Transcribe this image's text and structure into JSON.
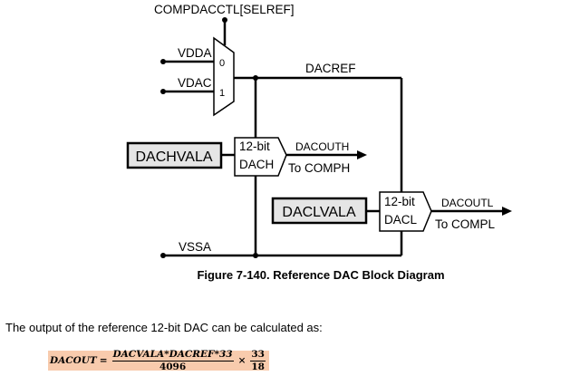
{
  "diagram": {
    "mux_control_label": "COMPDACCTL[SELREF]",
    "mux_input_0_label": "VDDA",
    "mux_input_1_label": "VDAC",
    "mux_sel_0": "0",
    "mux_sel_1": "1",
    "ref_net_label": "DACREF",
    "dac_high_register": "DACHVALA",
    "dac_high_block_line1": "12-bit",
    "dac_high_block_line2": "DACH",
    "dac_high_output_label": "DACOUTH",
    "dac_high_dest_label": "To COMPH",
    "dac_low_register": "DACLVALA",
    "dac_low_block_line1": "12-bit",
    "dac_low_block_line2": "DACL",
    "dac_low_output_label": "DACOUTL",
    "dac_low_dest_label": "To COMPL",
    "ground_label": "VSSA",
    "caption": "Figure 7-140. Reference DAC Block Diagram"
  },
  "text": {
    "description": "The output of the reference 12-bit DAC can be calculated as:"
  },
  "formula": {
    "lhs": "DACOUT",
    "equals": "=",
    "numerator": "DACVALA*DACREF*33",
    "denominator": "4096",
    "times": "×",
    "ratio_numerator": "33",
    "ratio_denominator": "18",
    "highlight_color": "#f8cbad"
  }
}
